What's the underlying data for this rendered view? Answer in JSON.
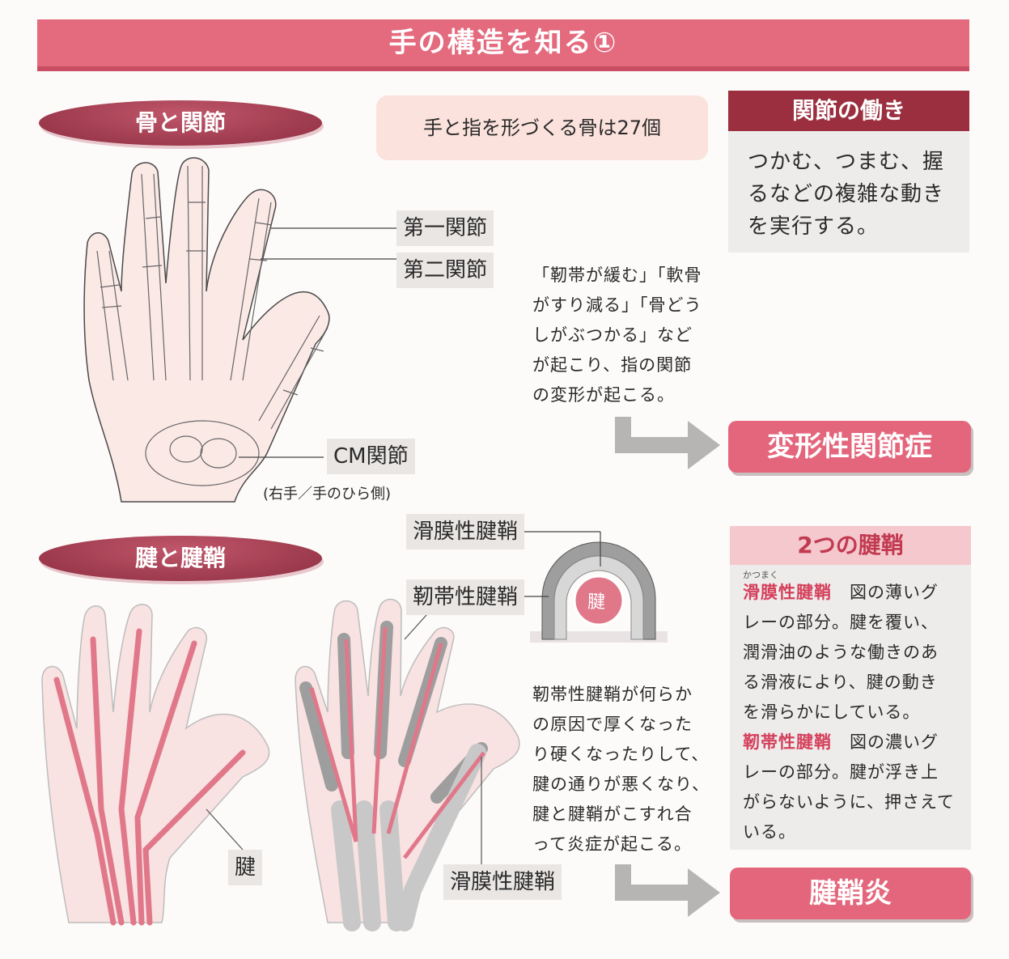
{
  "title": "手の構造を知る①",
  "bones": {
    "heading": "骨と関節",
    "count_note": "手と指を形づくる骨は27個",
    "labels": [
      "第一関節",
      "第二関節",
      "CM関節"
    ],
    "caption": "(右手／手のひら側)"
  },
  "joint_function": {
    "heading": "関節の働き",
    "body": [
      "つかむ、つまむ、握",
      "るなどの複雑な動き",
      "を実行する。"
    ]
  },
  "arthritis": {
    "text": [
      "「靭帯が緩む」「軟骨",
      "がすり減る」「骨どう",
      "しがぶつかる」など",
      "が起こり、指の関節",
      "の変形が起こる。"
    ],
    "result": "変形性関節症"
  },
  "tendon": {
    "heading": "腱と腱鞘",
    "labels": [
      "滑膜性腱鞘",
      "靭帯性腱鞘",
      "腱",
      "腱",
      "滑膜性腱鞘"
    ]
  },
  "two_sheaths": {
    "heading": "2つの腱鞘",
    "furigana": "かつまく",
    "synovial_term": "滑膜性腱鞘",
    "synovial_lines": [
      "図の薄いグ",
      "レーの部分。腱を覆い、",
      "潤滑油のような働きのあ",
      "る滑液により、腱の動き",
      "を滑らかにしている。"
    ],
    "ligament_term": "靭帯性腱鞘",
    "ligament_lines": [
      "図の濃いグ",
      "レーの部分。腱が浮き上",
      "がらないように、押さえて",
      "いる。"
    ]
  },
  "tenosynovitis": {
    "text": [
      "靭帯性腱鞘が何らか",
      "の原因で厚くなった",
      "り硬くなったりして、",
      "腱の通りが悪くなり、",
      "腱と腱鞘がこすれ合",
      "って炎症が起こる。"
    ],
    "result": "腱鞘炎"
  },
  "colors": {
    "accent": "#e4667c",
    "dark_red": "#9b2f3f",
    "tendon": "#e0788a"
  }
}
